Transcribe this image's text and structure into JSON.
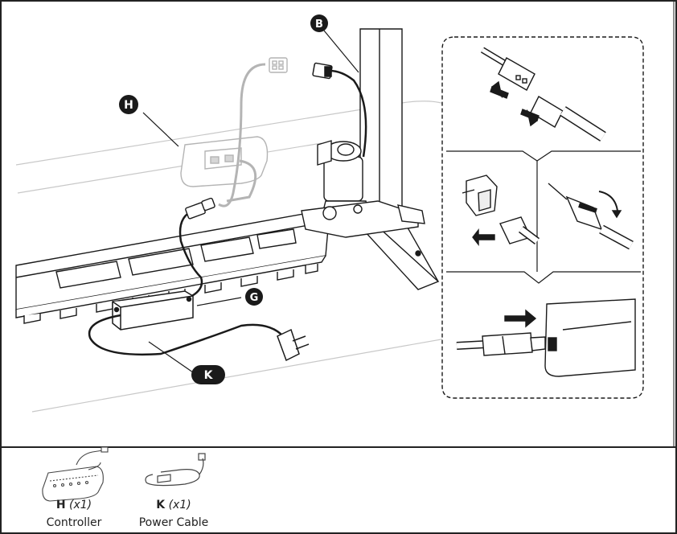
{
  "callouts": {
    "h": "H",
    "b": "B",
    "g": "G",
    "k": "K"
  },
  "parts": [
    {
      "letter": "H",
      "qty": "(x1)",
      "name": "Controller"
    },
    {
      "letter": "K",
      "qty": "(x1)",
      "name": "Power Cable"
    }
  ],
  "colors": {
    "line": "#1a1a1a",
    "faded": "#b4b4b4",
    "badge": "#1a1a1a"
  }
}
